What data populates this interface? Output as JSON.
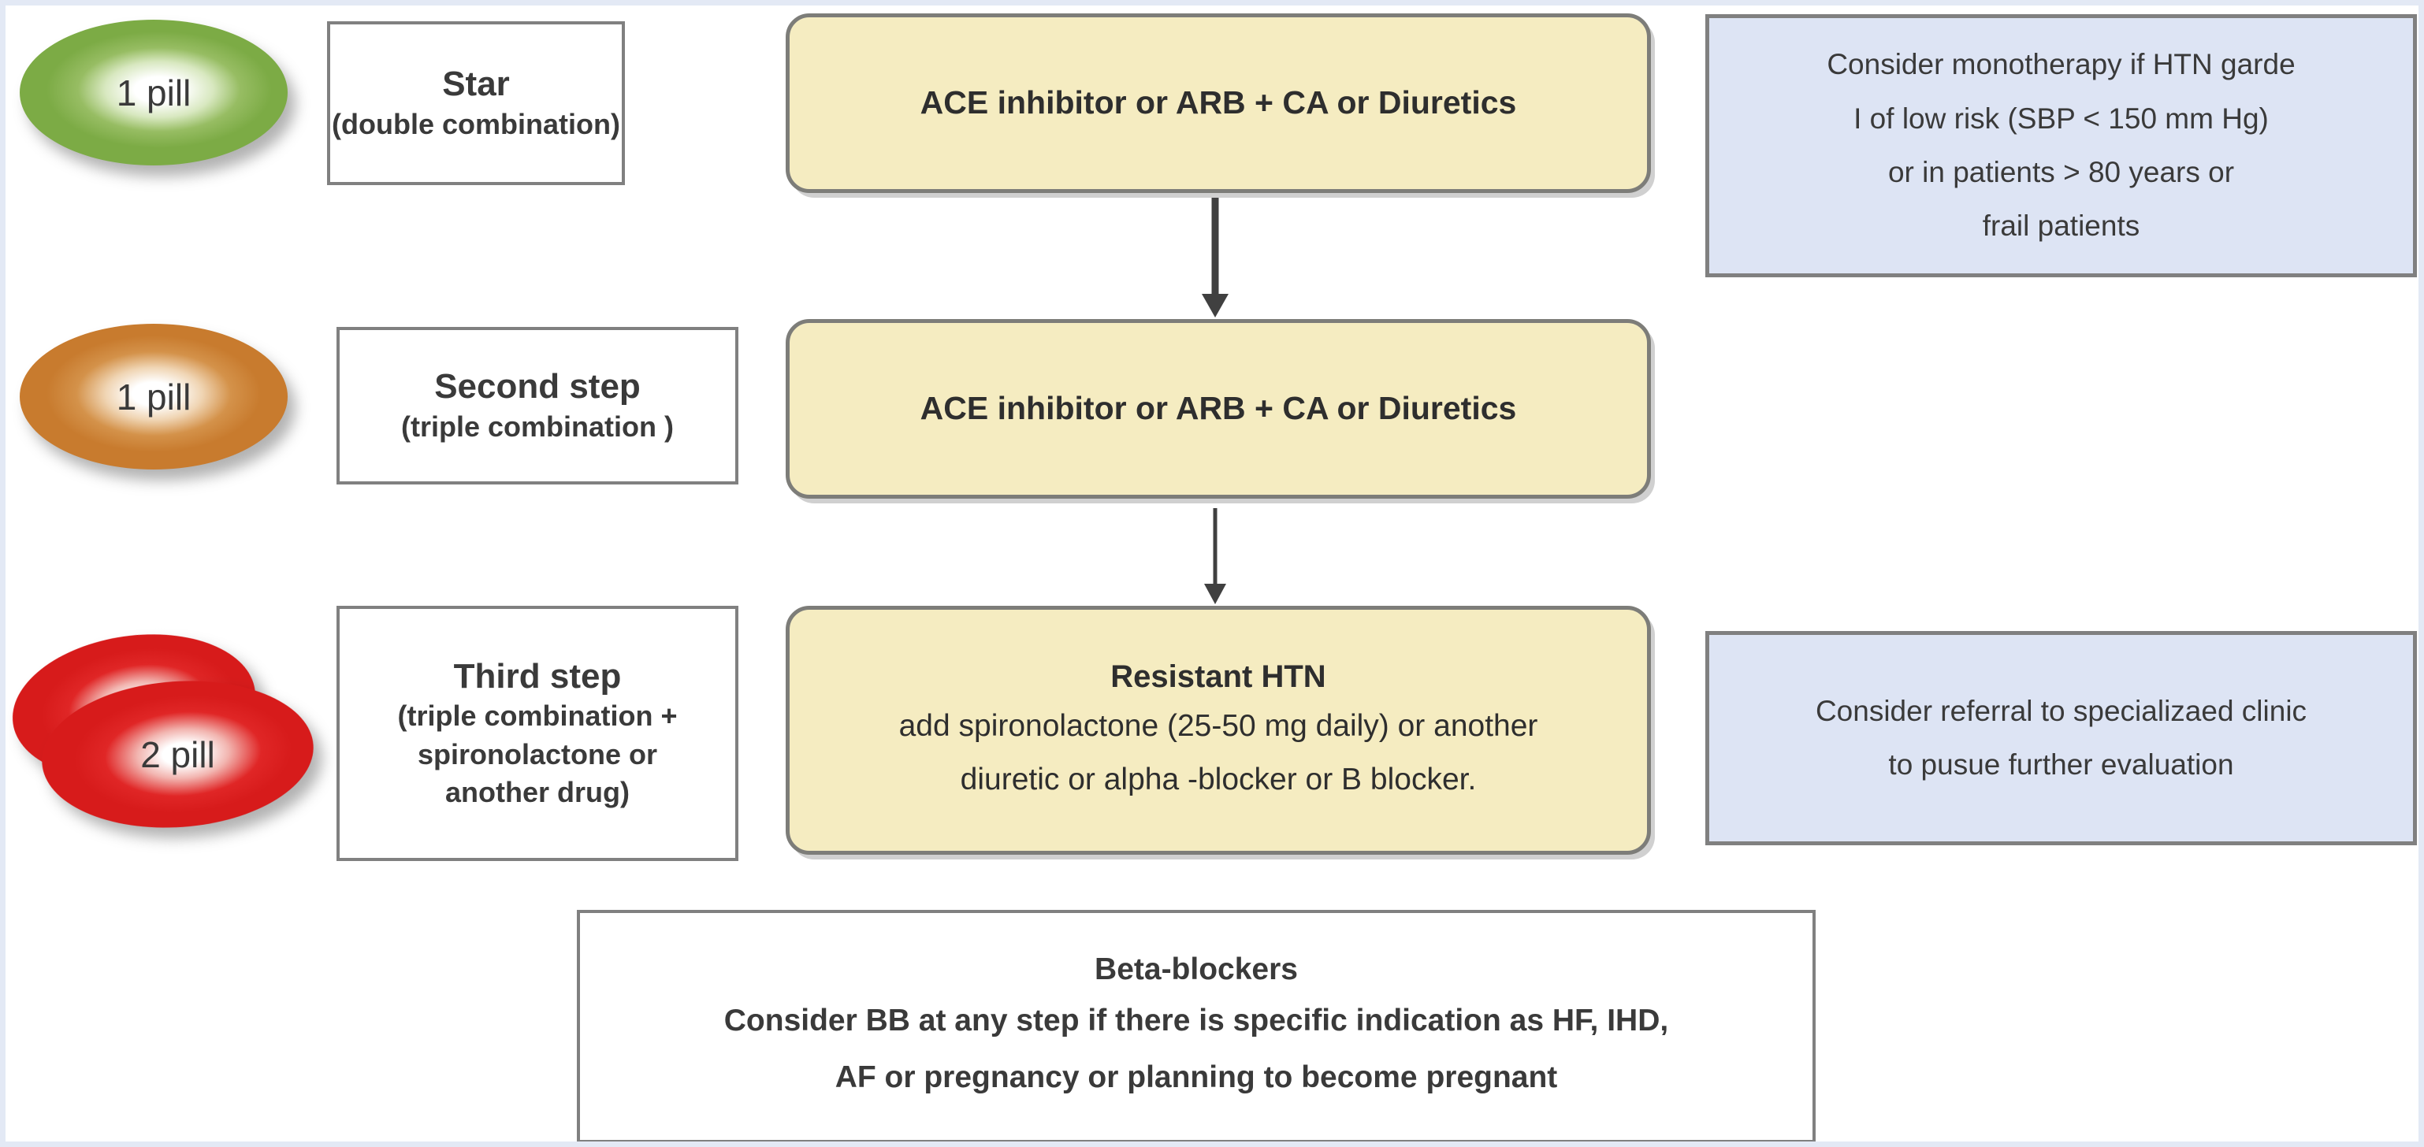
{
  "diagram": {
    "title": "Hypertension stepped drug treatment algorithm",
    "colors": {
      "pill_green": "#7cab45",
      "pill_orange": "#c87b2e",
      "pill_red": "#d71b1b",
      "box_yellow_fill": "#f5ecc1",
      "box_blue_fill": "#dde4f4",
      "box_border": "#808080",
      "arrow": "#404040",
      "text": "#3a3a3a"
    }
  },
  "steps": [
    {
      "pill_label": "1 pill",
      "pill_count": 1,
      "pill_color": "green",
      "step_title": "Star",
      "step_subtitle": "(double combination)",
      "treatment_lines": [
        "ACE inhibitor  or  ARB + CA or Diuretics"
      ]
    },
    {
      "pill_label": "1 pill",
      "pill_count": 1,
      "pill_color": "orange",
      "step_title": "Second step",
      "step_subtitle": "(triple combination )",
      "treatment_lines": [
        "ACE inhibitor  or  ARB + CA or Diuretics"
      ]
    },
    {
      "pill_label": "2 pill",
      "pill_count": 2,
      "pill_color": "red",
      "step_title": "Third step",
      "step_subtitle_lines": [
        "(triple combination +",
        "spironolactone or",
        "another drug)"
      ],
      "treatment_heading": "Resistant HTN",
      "treatment_lines": [
        "add spironolactone (25-50 mg  daily) or another",
        "diuretic or alpha -blocker or B blocker."
      ]
    }
  ],
  "notes": [
    {
      "id": "monotherapy-note",
      "lines": [
        "Consider monotherapy if HTN garde",
        "I of low risk (SBP < 150 mm Hg)",
        "or in patients > 80 years or",
        "frail patients"
      ]
    },
    {
      "id": "referral-note",
      "lines": [
        "Consider referral to specializaed clinic",
        "to pusue further  evaluation"
      ]
    }
  ],
  "footer": {
    "heading": "Beta-blockers",
    "lines": [
      "Consider BB at  any step if there is specific indication as HF, IHD,",
      "AF or pregnancy or planning to become pregnant"
    ]
  }
}
